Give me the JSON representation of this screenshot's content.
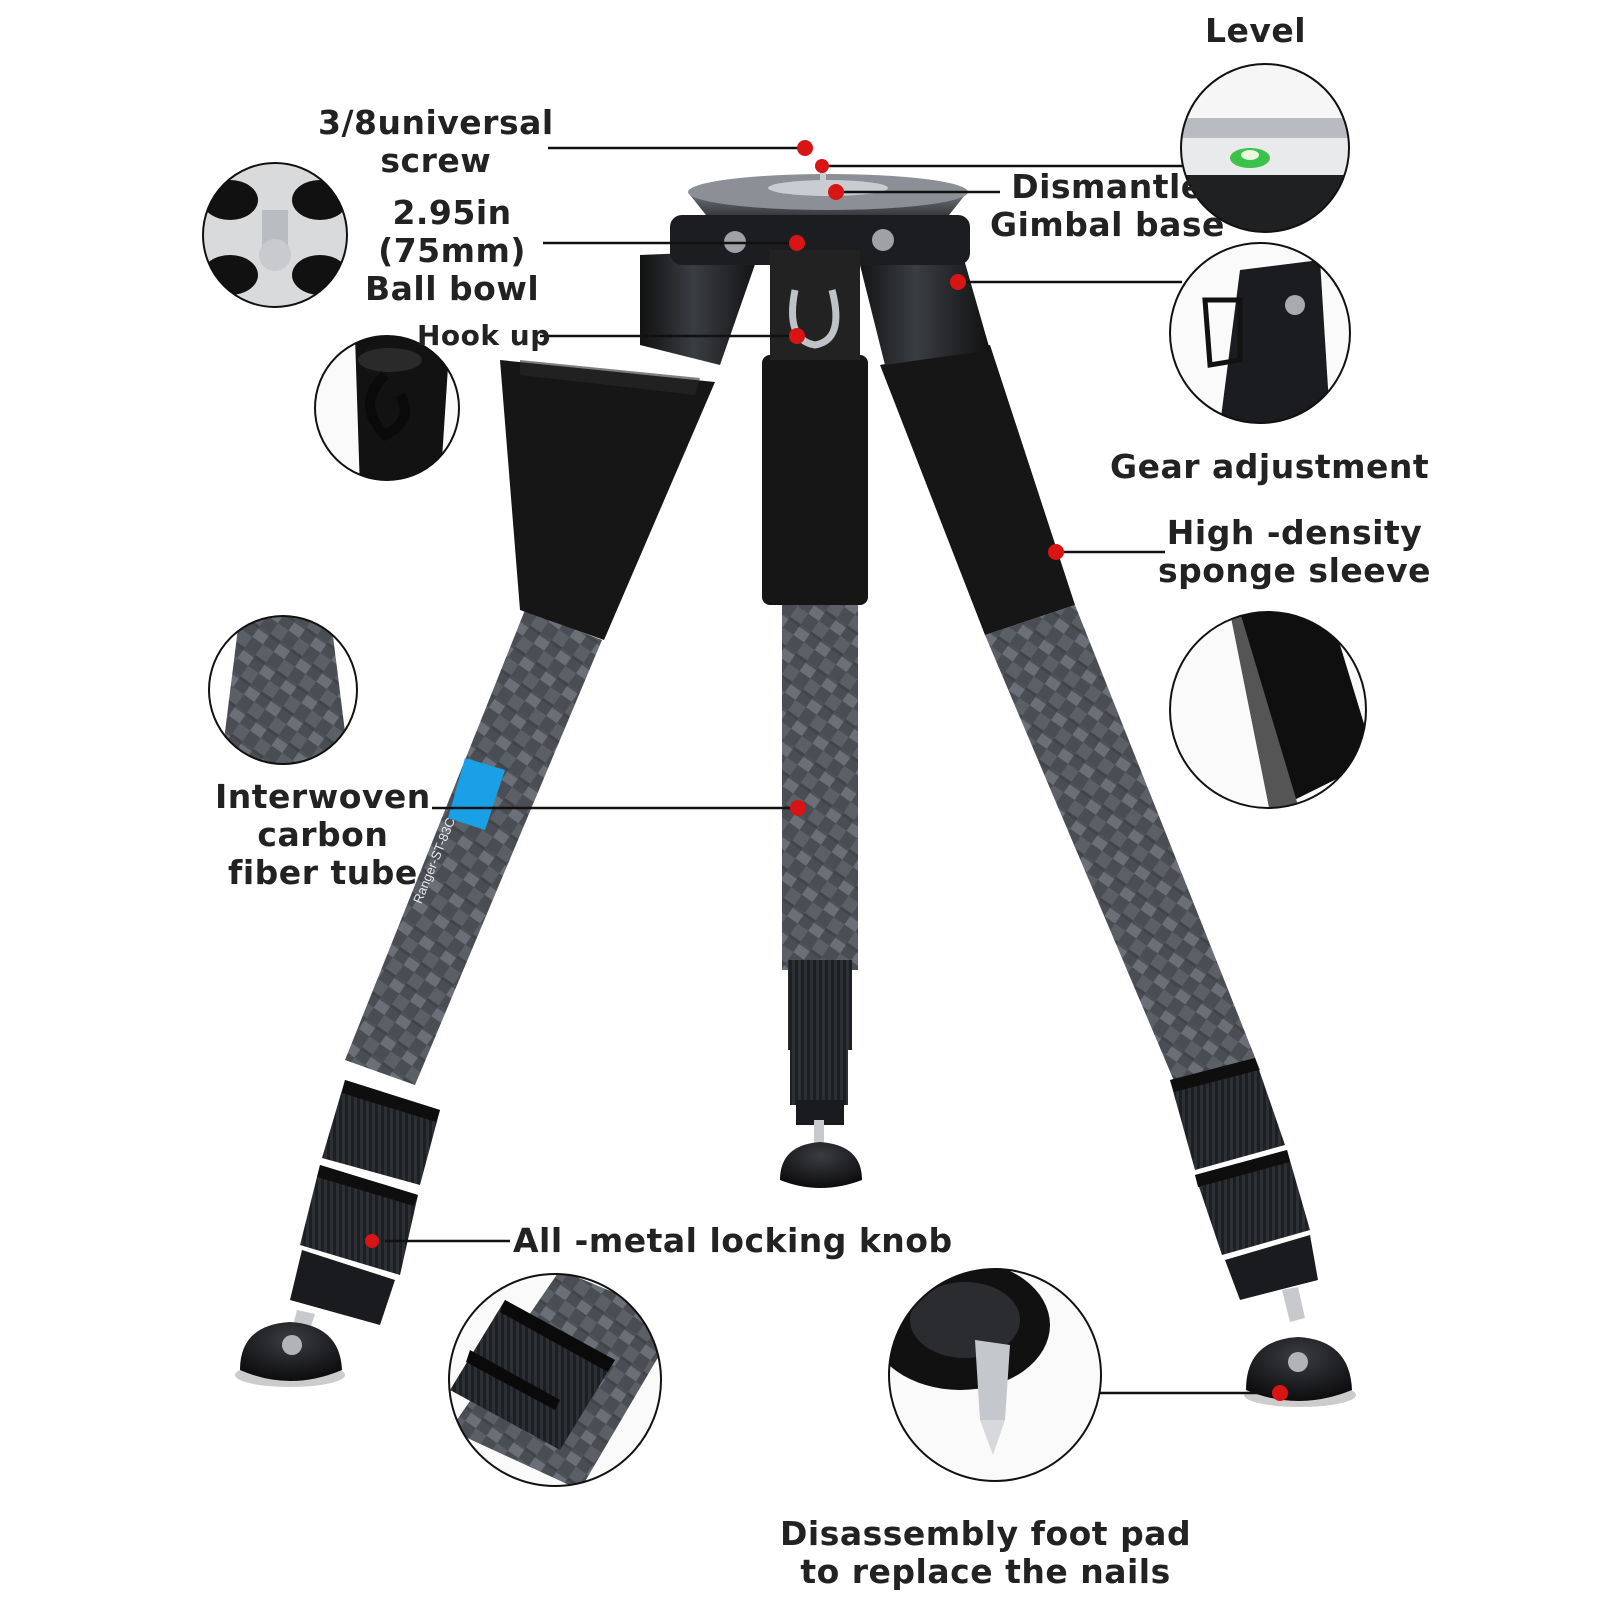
{
  "labels": {
    "level": "Level",
    "screw": [
      "3/8universal",
      "screw"
    ],
    "gimbal_base": [
      "Dismantle",
      "Gimbal base"
    ],
    "ball_bowl": [
      "2.95in",
      "(75mm)",
      "Ball bowl"
    ],
    "hook_up": "Hook up",
    "gear_adjustment": "Gear adjustment",
    "sponge_sleeve": [
      "High -density",
      "sponge sleeve"
    ],
    "carbon_tube": [
      "Interwoven",
      "carbon",
      "fiber tube"
    ],
    "locking_knob": "All -metal locking knob",
    "foot_pad": [
      "Disassembly foot pad",
      "to replace the nails"
    ]
  },
  "leg_label": {
    "model": "Ranger-ST-83C"
  },
  "colors": {
    "marker": "#d81414",
    "sponge": "#151515",
    "carbon_dark": "#3a3d42",
    "carbon_light": "#7c8088",
    "metal": "#222428",
    "leader_line": "#111111",
    "badge_blue": "#1aa0e6"
  },
  "icons": [
    "screw-plate-detail-icon",
    "hook-detail-icon",
    "carbon-weave-detail-icon",
    "level-bubble-detail-icon",
    "gear-adjustment-detail-icon",
    "sponge-sleeve-detail-icon",
    "locking-knob-detail-icon",
    "foot-spike-detail-icon"
  ]
}
